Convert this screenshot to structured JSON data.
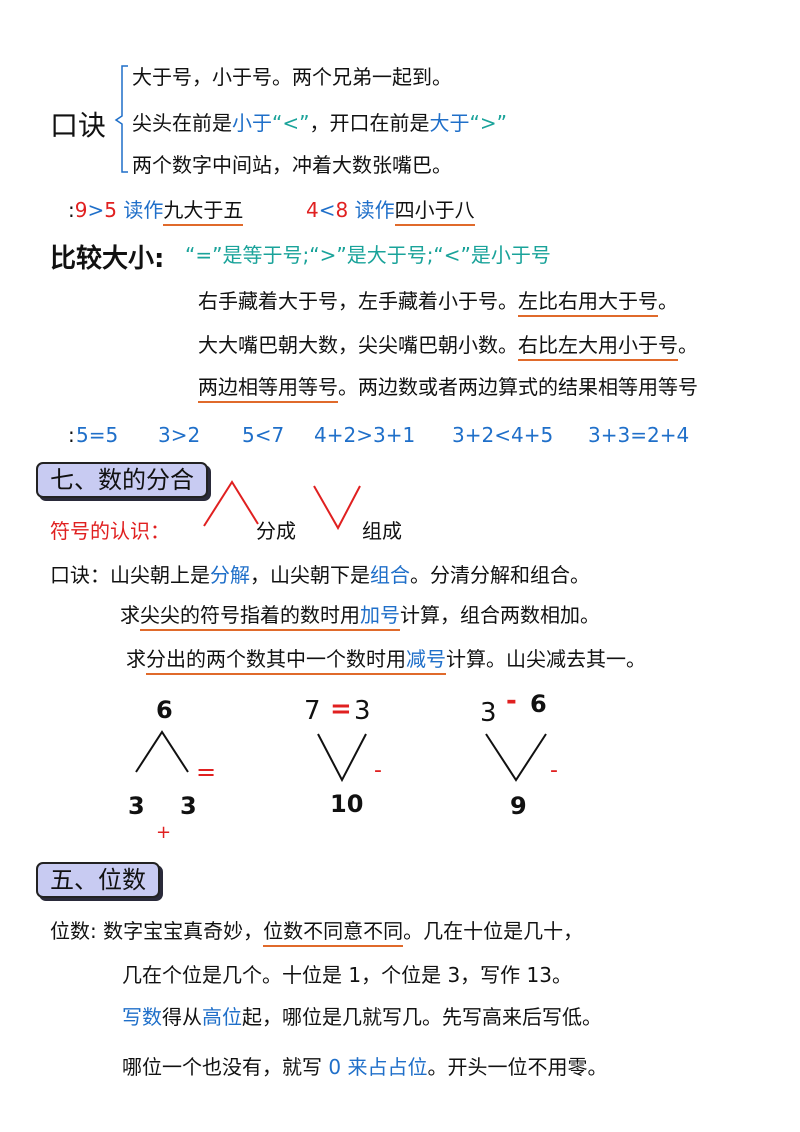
{
  "mnemonic1": {
    "label": "口诀",
    "line1": "大于号，小于号。两个兄弟一起到。",
    "line2_a": "尖头在前是",
    "line2_b": "小于",
    "line2_c": "“<”",
    "line2_d": "，开口在前是",
    "line2_e": "大于",
    "line2_f": "“>”",
    "line3": "两个数字中间站，冲着大数张嘴巴。"
  },
  "example1": {
    "prefix": ":",
    "a_num": "9",
    "a_sym": ">",
    "a_num2": "5",
    "a_read": " 读作",
    "a_text": "九大于五",
    "b_num": "4",
    "b_sym": "<",
    "b_num2": "8",
    "b_read": " 读作",
    "b_text": "四小于八"
  },
  "compare": {
    "label": "比较大小:",
    "signs": "“=”是等于号;“>”是大于号;“<”是小于号",
    "line1_a": "右手藏着大于号，左手藏着小于号。",
    "line1_b": "左比右用大于号",
    "line1_c": "。",
    "line2_a": "大大嘴巴朝大数，尖尖嘴巴朝小数。",
    "line2_b": "右比左大用小于号",
    "line2_c": "。",
    "line3_a": "两边相等用等号",
    "line3_b": "。两边数或者两边算式的结果相等用等号"
  },
  "example2": {
    "prefix": ":",
    "items": [
      "5=5",
      "3>2",
      "5<7",
      "4+2>3+1",
      "3+2<4+5",
      "3+3=2+4"
    ]
  },
  "section7": {
    "title": "七、数的分合"
  },
  "symbols": {
    "label": "符号的认识：",
    "split": "分成",
    "combine": "组成"
  },
  "mnemonic2": {
    "label": "口诀：",
    "line1_a": "山尖朝上是",
    "line1_b": "分解",
    "line1_c": "，山尖朝下是",
    "line1_d": "组合",
    "line1_e": "。分清分解和组合。",
    "line2_a": "求",
    "line2_b": "尖尖的符号指着的数时用",
    "line2_c": "加号",
    "line2_d": "计算，组合两数相加。",
    "line3_a": "求",
    "line3_b": "分出的两个数其中一个数时用",
    "line3_c": "减号",
    "line3_d": "计算。山尖减去其一。"
  },
  "diagrams": {
    "d1": {
      "top": "6",
      "left": "3",
      "right": "3",
      "eq": "=",
      "plus": "+"
    },
    "d2": {
      "left": "7",
      "eq": "=",
      "right": "3",
      "bottom": "10",
      "minus": "-"
    },
    "d3": {
      "left": "3",
      "minus_top": "-",
      "right": "6",
      "bottom": "9",
      "minus": "-"
    }
  },
  "section5": {
    "title": "五、位数"
  },
  "digits": {
    "label": "位数:",
    "line1_a": "数字宝宝真奇妙，",
    "line1_b": "位数不同意不同",
    "line1_c": "。几在十位是几十，",
    "line2": "几在个位是几个。十位是 1，个位是 3，写作 13。",
    "line3_a": "写数",
    "line3_b": "得从",
    "line3_c": "高位",
    "line3_d": "起，哪位是几就写几。先写高来后写低。",
    "line4_a": "哪位一个也没有，就写 ",
    "line4_b": "0 来占占位",
    "line4_c": "。开头一位不用零。"
  },
  "colors": {
    "blue": "#1f6fc9",
    "red": "#e02020",
    "green": "#1aa39a",
    "underline": "#e06a2b",
    "section_bg": "#c8cbf2"
  }
}
